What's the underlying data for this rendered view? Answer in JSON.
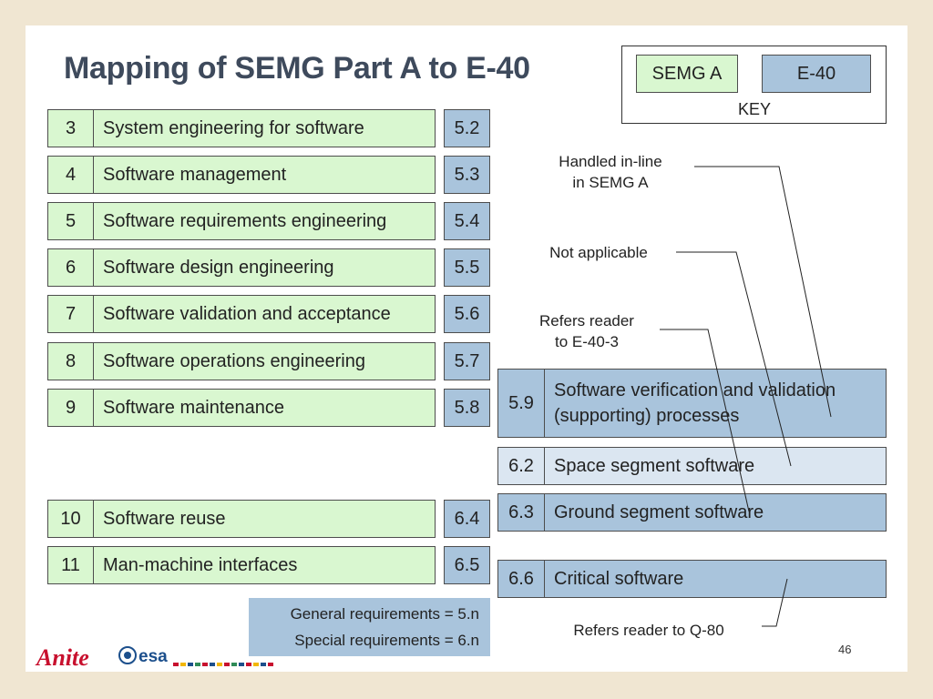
{
  "title": "Mapping of SEMG Part A to E-40",
  "key": {
    "semg": "SEMG A",
    "e40": "E-40",
    "label": "KEY"
  },
  "semg_rows": [
    {
      "num": "3",
      "label": "System engineering for software",
      "code": "5.2"
    },
    {
      "num": "4",
      "label": "Software management",
      "code": "5.3"
    },
    {
      "num": "5",
      "label": "Software requirements engineering",
      "code": "5.4"
    },
    {
      "num": "6",
      "label": "Software design engineering",
      "code": "5.5"
    },
    {
      "num": "7",
      "label": "Software validation and acceptance",
      "code": "5.6"
    },
    {
      "num": "8",
      "label": "Software operations engineering",
      "code": "5.7"
    },
    {
      "num": "9",
      "label": "Software maintenance",
      "code": "5.8"
    },
    {
      "num": "10",
      "label": "Software reuse",
      "code": "6.4"
    },
    {
      "num": "11",
      "label": "Man-machine interfaces",
      "code": "6.5"
    }
  ],
  "e40_rows": [
    {
      "code": "5.9",
      "label_line1": "Software verification and validation",
      "label_line2": "(supporting) processes"
    },
    {
      "code": "6.2",
      "label": "Space segment software"
    },
    {
      "code": "6.3",
      "label": "Ground segment software"
    },
    {
      "code": "6.6",
      "label": "Critical software"
    }
  ],
  "notes": {
    "inline_line1": "Handled in-line",
    "inline_line2": "in SEMG A",
    "not_applicable": "Not applicable",
    "refers_line1": "Refers reader",
    "refers_line2": "to E-40-3",
    "refers_q80": "Refers reader to Q-80"
  },
  "legend": {
    "general": "General requirements = 5.n",
    "special": "Special requirements = 6.n"
  },
  "footer": {
    "page_number": "46",
    "anite_logo": "Anite",
    "esa_logo": "esa"
  },
  "colors": {
    "semg_green": "#d9f7d0",
    "e40_blue": "#a9c4dc",
    "e40_light": "#dbe6f1",
    "title": "#3e4a5c",
    "background": "#f0e6d2"
  }
}
